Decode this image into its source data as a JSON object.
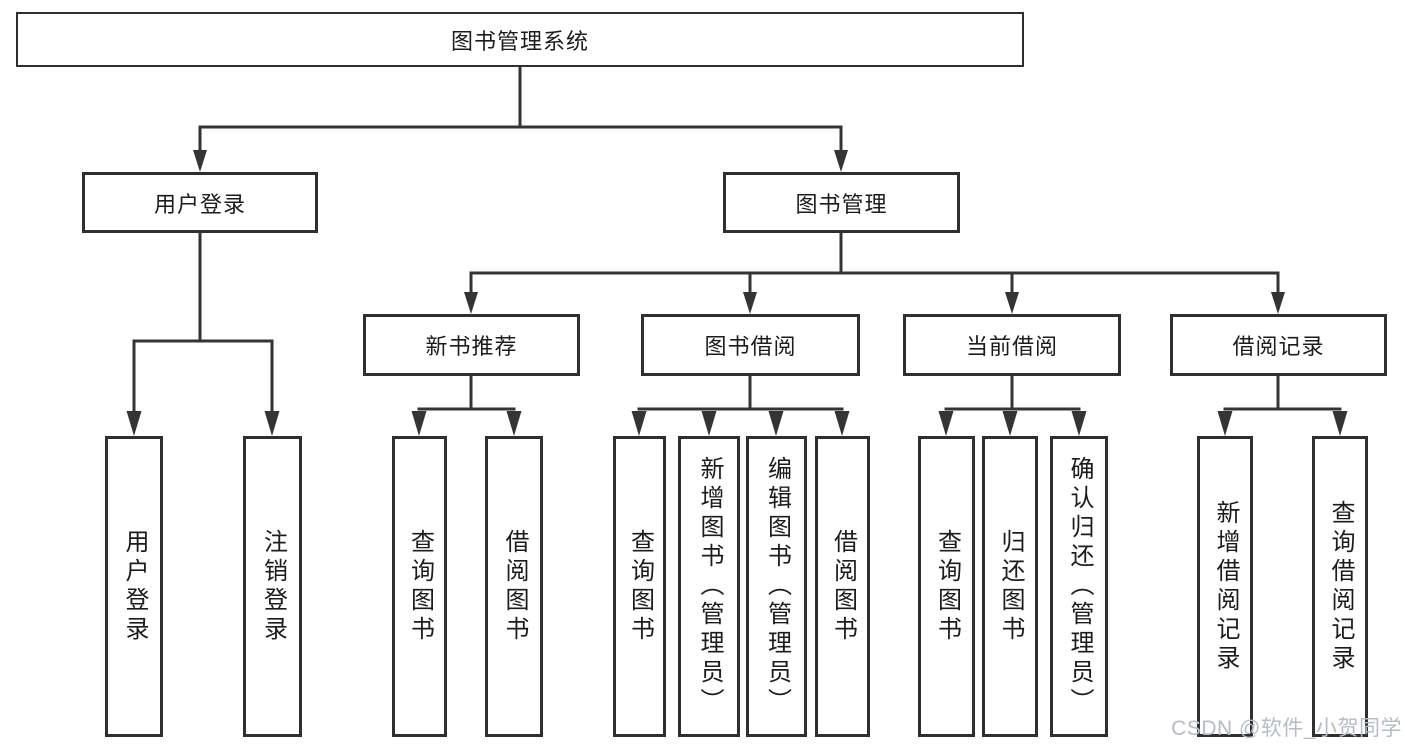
{
  "tree": {
    "root": "图书管理系统",
    "branches": [
      {
        "label": "用户登录",
        "children": [
          "用户登录",
          "注销登录"
        ]
      },
      {
        "label": "图书管理",
        "modules": [
          {
            "label": "新书推荐",
            "children": [
              "查询图书",
              "借阅图书"
            ]
          },
          {
            "label": "图书借阅",
            "children": [
              "查询图书",
              "新增图书（管理员）",
              "编辑图书（管理员）",
              "借阅图书"
            ]
          },
          {
            "label": "当前借阅",
            "children": [
              "查询图书",
              "归还图书",
              "确认归还（管理员）"
            ]
          },
          {
            "label": "借阅记录",
            "children": [
              "新增借阅记录",
              "查询借阅记录"
            ]
          }
        ]
      }
    ]
  },
  "watermark": "CSDN @软件_小贺同学",
  "colors": {
    "line": "#343434",
    "box_border": "#2f2f2f",
    "text": "#1c1c1c",
    "watermark": "#b7bbc2",
    "background": "#ffffff"
  }
}
